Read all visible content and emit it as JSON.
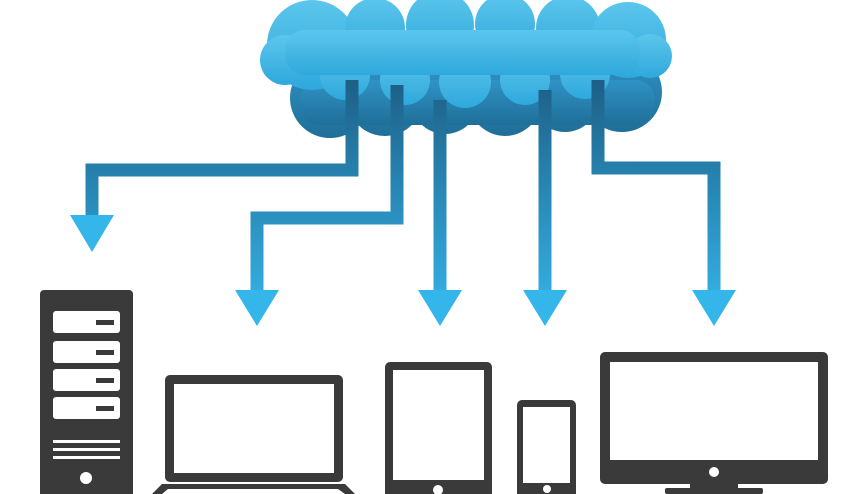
{
  "diagram": {
    "subject": "cloud-computing",
    "nodes": [
      {
        "id": "cloud",
        "icon": "cloud-icon",
        "kind": "source"
      },
      {
        "id": "server",
        "icon": "server-tower-icon",
        "kind": "device"
      },
      {
        "id": "laptop",
        "icon": "laptop-icon",
        "kind": "device"
      },
      {
        "id": "tablet",
        "icon": "tablet-icon",
        "kind": "device"
      },
      {
        "id": "smartphone",
        "icon": "smartphone-icon",
        "kind": "device"
      },
      {
        "id": "desktop-monitor",
        "icon": "desktop-monitor-icon",
        "kind": "device"
      }
    ],
    "edges": [
      {
        "from": "cloud",
        "to": "server"
      },
      {
        "from": "cloud",
        "to": "laptop"
      },
      {
        "from": "cloud",
        "to": "tablet"
      },
      {
        "from": "cloud",
        "to": "smartphone"
      },
      {
        "from": "cloud",
        "to": "desktop-monitor"
      }
    ],
    "colors": {
      "cloud_light": "#5cc6ec",
      "cloud_mid": "#2fa8dc",
      "cloud_dark": "#1f6f98",
      "arrow_top": "#1d5f86",
      "arrow_bottom": "#35b6ea",
      "device": "#3a3a3a",
      "background": "#ffffff"
    }
  }
}
